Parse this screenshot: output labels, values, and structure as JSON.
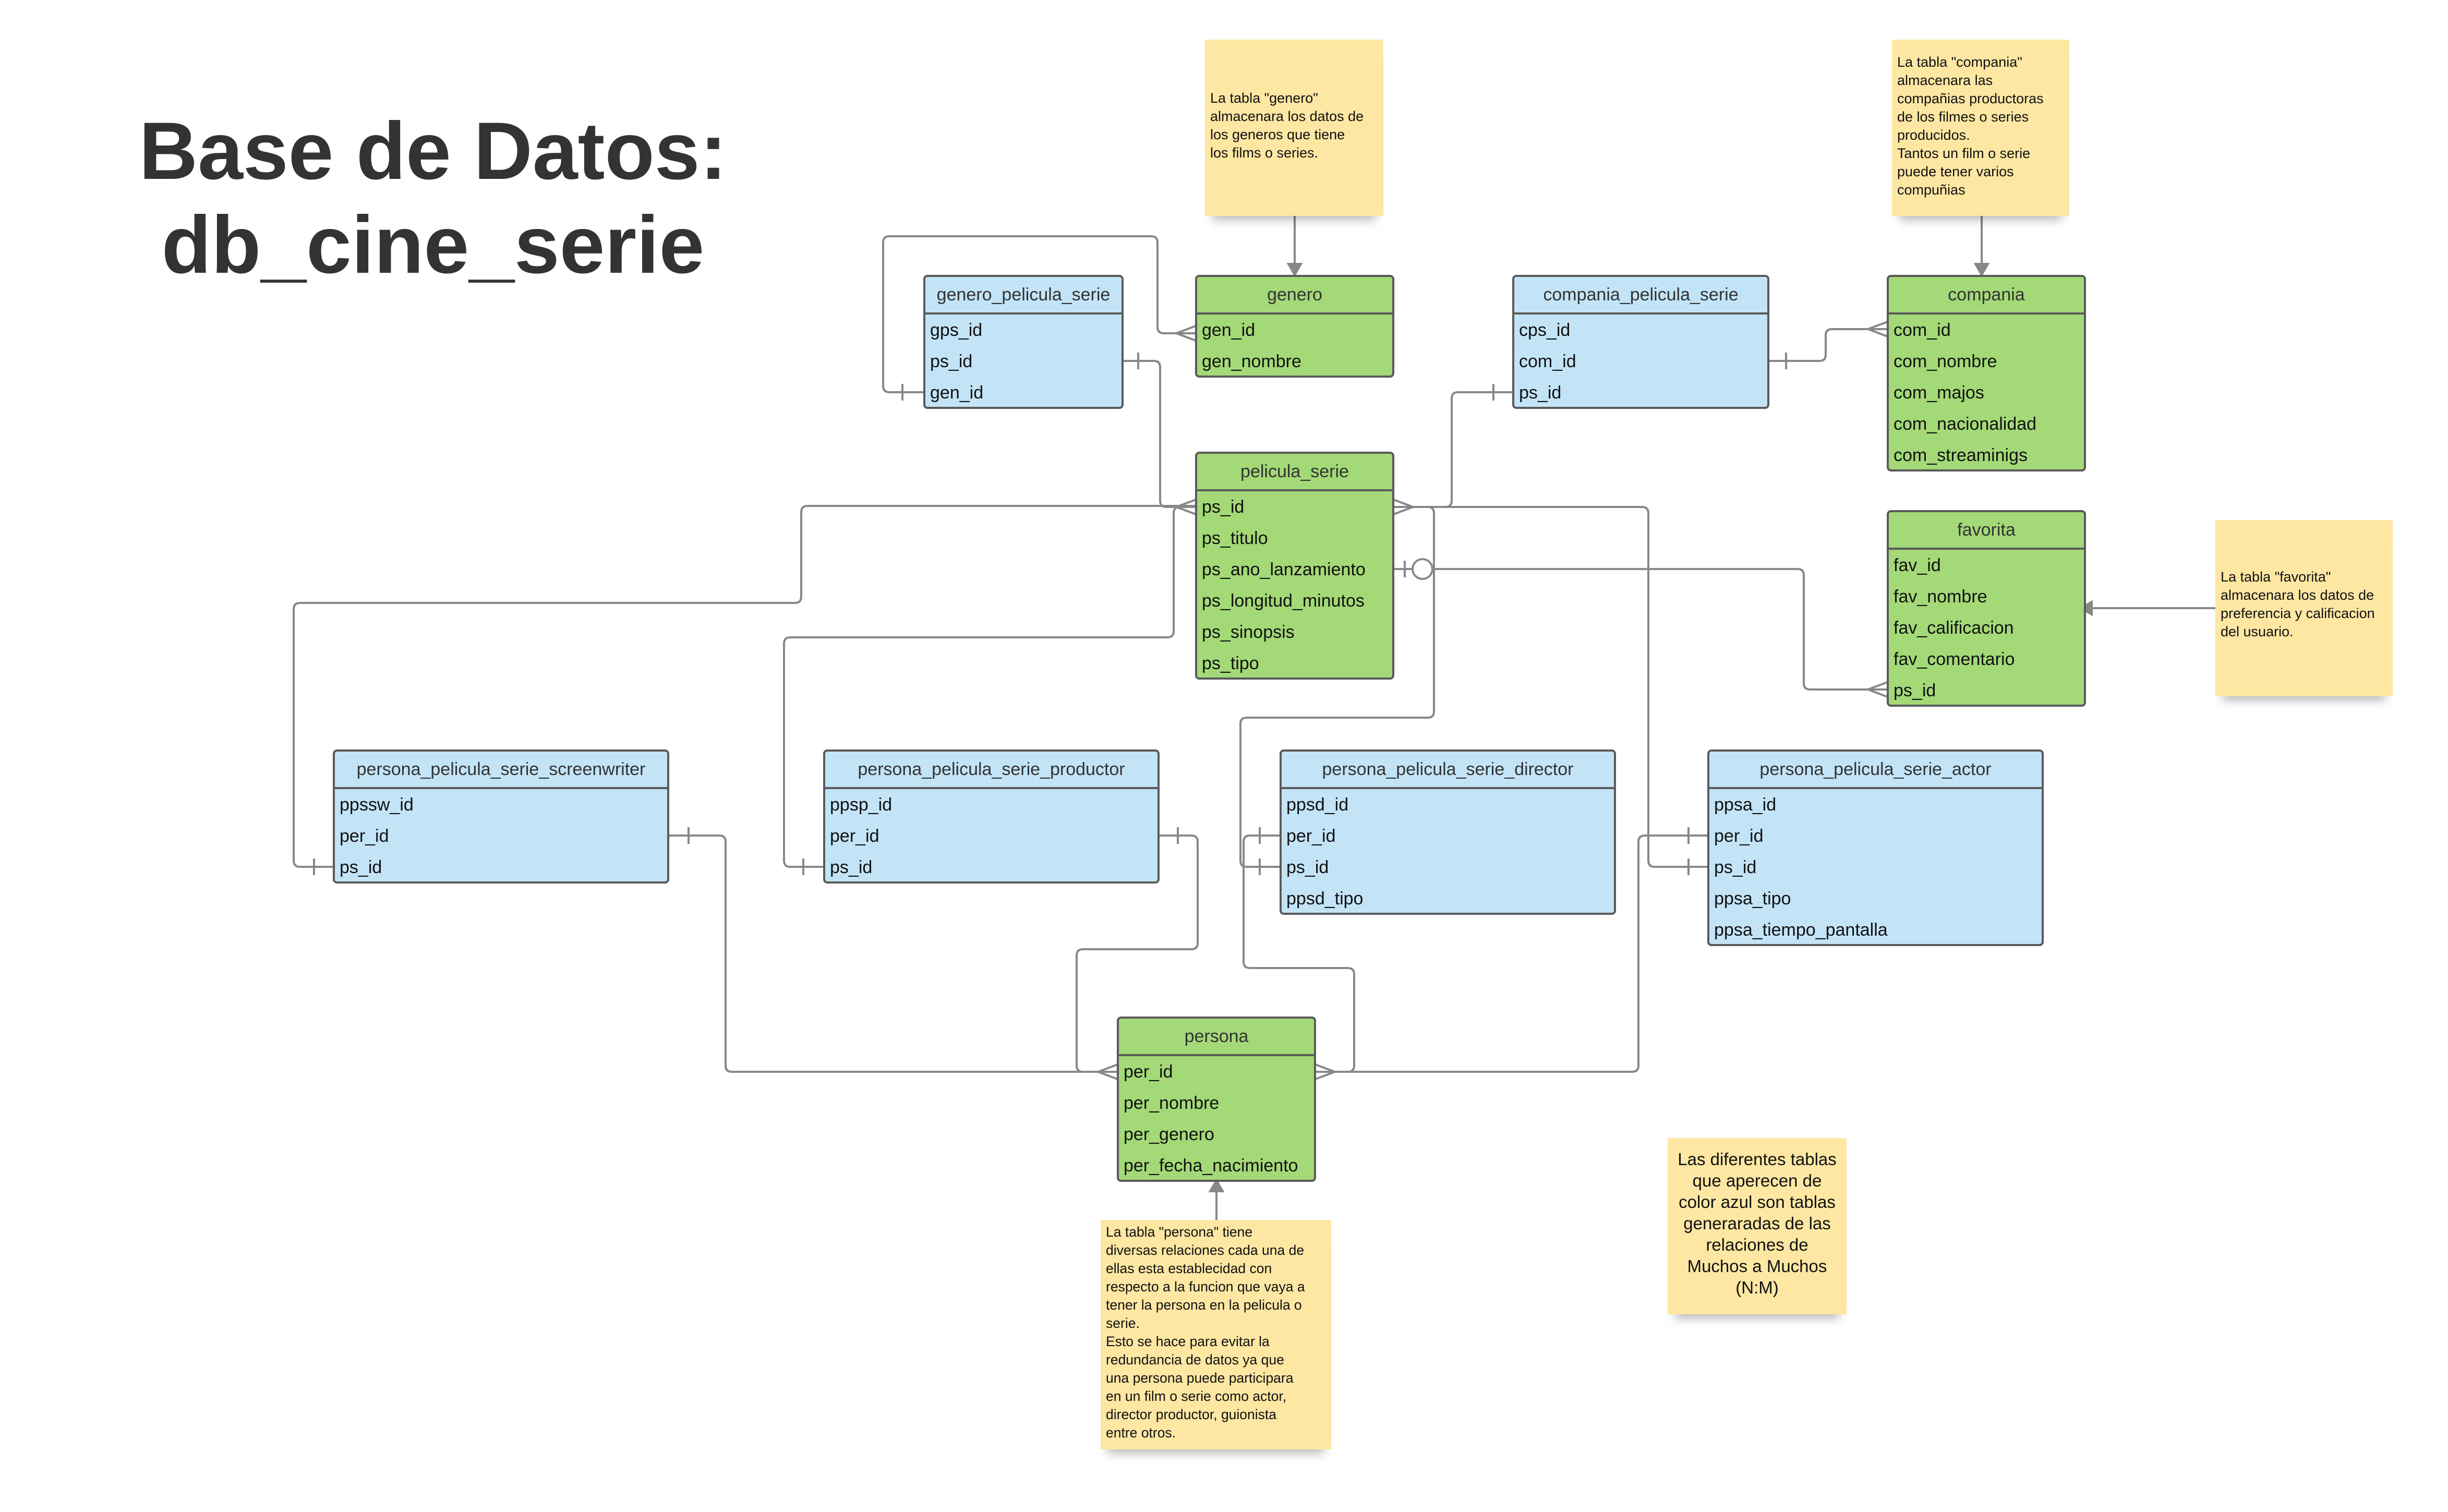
{
  "title": {
    "line1": "Base de Datos:",
    "line2": "db_cine_serie"
  },
  "colors": {
    "main_table": "#a3d977",
    "junction_table": "#c3e4f7",
    "note": "#fde7a3",
    "connector": "#888888",
    "border": "#5a5a5a"
  },
  "entities": {
    "genero": {
      "name": "genero",
      "fields": [
        "gen_id",
        "gen_nombre"
      ]
    },
    "genero_pelicula_serie": {
      "name": "genero_pelicula_serie",
      "fields": [
        "gps_id",
        "ps_id",
        "gen_id"
      ]
    },
    "compania_pelicula_serie": {
      "name": "compania_pelicula_serie",
      "fields": [
        "cps_id",
        "com_id",
        "ps_id"
      ]
    },
    "compania": {
      "name": "compania",
      "fields": [
        "com_id",
        "com_nombre",
        "com_majos",
        "com_nacionalidad",
        "com_streaminigs"
      ]
    },
    "pelicula_serie": {
      "name": "pelicula_serie",
      "fields": [
        "ps_id",
        "ps_titulo",
        "ps_ano_lanzamiento",
        "ps_longitud_minutos",
        "ps_sinopsis",
        "ps_tipo"
      ]
    },
    "favorita": {
      "name": "favorita",
      "fields": [
        "fav_id",
        "fav_nombre",
        "fav_calificacion",
        "fav_comentario",
        "ps_id"
      ]
    },
    "persona_pelicula_serie_screenwriter": {
      "name": "persona_pelicula_serie_screenwriter",
      "fields": [
        "ppssw_id",
        "per_id",
        "ps_id"
      ]
    },
    "persona_pelicula_serie_productor": {
      "name": "persona_pelicula_serie_productor",
      "fields": [
        "ppsp_id",
        "per_id",
        "ps_id"
      ]
    },
    "persona_pelicula_serie_director": {
      "name": "persona_pelicula_serie_director",
      "fields": [
        "ppsd_id",
        "per_id",
        "ps_id",
        "ppsd_tipo"
      ]
    },
    "persona_pelicula_serie_actor": {
      "name": "persona_pelicula_serie_actor",
      "fields": [
        "ppsa_id",
        "per_id",
        "ps_id",
        "ppsa_tipo",
        "ppsa_tiempo_pantalla"
      ]
    },
    "persona": {
      "name": "persona",
      "fields": [
        "per_id",
        "per_nombre",
        "per_genero",
        "per_fecha_nacimiento"
      ]
    }
  },
  "notes": {
    "genero": "La tabla \"genero\"\nalmacenara los datos de\nlos generos que tiene\nlos films o series.",
    "compania": "La tabla \"compania\"\nalmacenara las\ncompañias productoras\nde los filmes o series\nproducidos.\nTantos un film o serie\npuede tener varios\ncompuñias",
    "favorita": "La tabla \"favorita\"\nalmacenara los datos de\npreferencia y calificacion\ndel usuario.",
    "persona": "La tabla \"persona\" tiene\ndiversas relaciones cada una de\nellas esta establecidad con\nrespecto a la funcion que vaya a\ntener la persona en la pelicula o\nserie.\nEsto se hace para evitar la\nredundancia de datos ya que\nuna persona puede participara\nen un film o serie como actor,\ndirector productor, guionista\nentre otros.",
    "azul": "Las diferentes tablas\nque aperecen de\ncolor azul son tablas\ngeneraradas de las\nrelaciones de\nMuchos a Muchos\n(N:M)"
  }
}
